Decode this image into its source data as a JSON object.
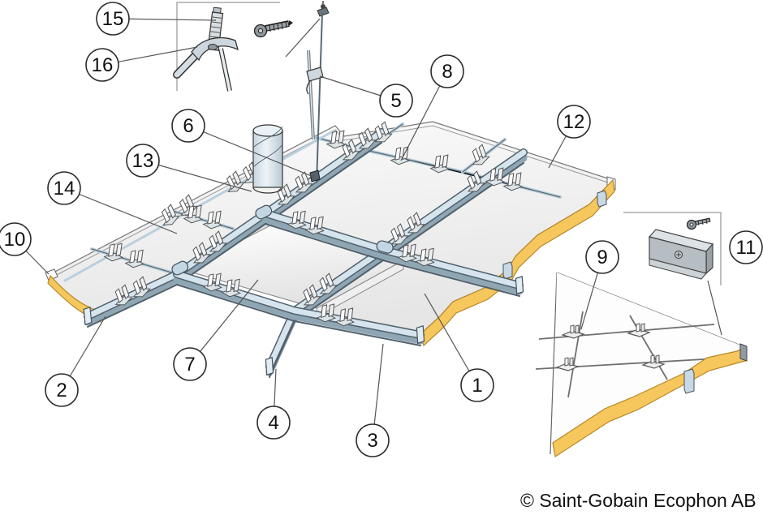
{
  "figure": {
    "kind": "assembly-diagram",
    "copyright": "© Saint-Gobain Ecophon AB"
  },
  "colors": {
    "tile_edge_yellow": "#f5c75c",
    "grid_blue": "#cfe0ec",
    "line_dark": "#444444"
  },
  "callouts": [
    {
      "label": "1"
    },
    {
      "label": "2"
    },
    {
      "label": "3"
    },
    {
      "label": "4"
    },
    {
      "label": "5"
    },
    {
      "label": "6"
    },
    {
      "label": "7"
    },
    {
      "label": "8"
    },
    {
      "label": "9"
    },
    {
      "label": "10"
    },
    {
      "label": "11"
    },
    {
      "label": "12"
    },
    {
      "label": "13"
    },
    {
      "label": "14"
    },
    {
      "label": "15"
    },
    {
      "label": "16"
    }
  ]
}
